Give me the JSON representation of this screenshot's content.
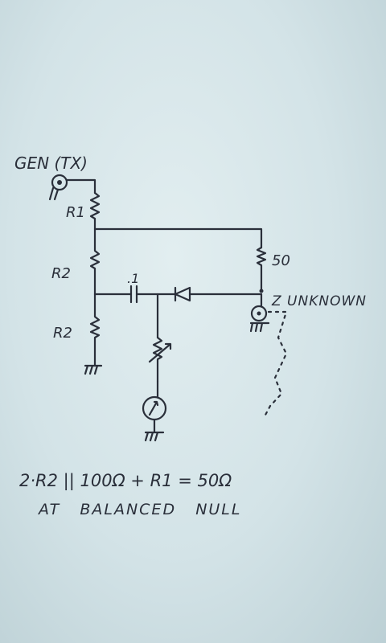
{
  "labels": {
    "generator": "GEN (TX)",
    "r1_top": "R1",
    "r2_upper": "R2",
    "r2_lower": "R2",
    "reference_resistor": "50",
    "unknown": "Z UNKNOWN",
    "capacitor": ".1"
  },
  "notes": {
    "equation": "2·R2 || 100Ω + R1 = 50Ω",
    "condition": "AT   BALANCED   NULL"
  }
}
